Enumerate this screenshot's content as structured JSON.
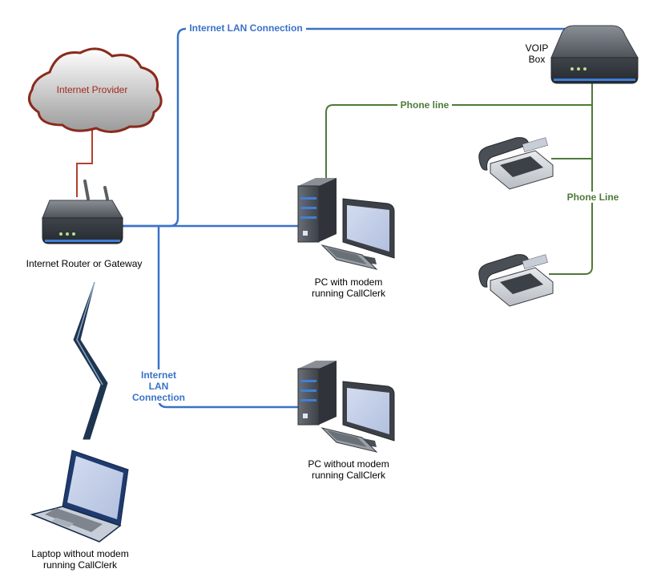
{
  "colors": {
    "lan": "#3a72c9",
    "phone": "#4e7a3a",
    "provider_link": "#b5402c",
    "cloud_text": "#a3281b",
    "label": "#000000"
  },
  "nodes": {
    "cloud": {
      "label": "Internet Provider"
    },
    "router": {
      "label": "Internet Router or Gateway"
    },
    "voip": {
      "line1": "VOIP",
      "line2": "Box"
    },
    "pc_modem": {
      "line1": "PC with modem",
      "line2": "running CallClerk"
    },
    "pc_no_modem": {
      "line1": "PC without modem",
      "line2": "running CallClerk"
    },
    "laptop": {
      "line1": "Laptop without modem",
      "line2": "running CallClerk"
    }
  },
  "edges": {
    "lan_top": "Internet LAN Connection",
    "lan_left": {
      "line1": "Internet",
      "line2": "LAN",
      "line3": "Connection"
    },
    "phone_line_top": "Phone line",
    "phone_line_right": "Phone Line"
  }
}
